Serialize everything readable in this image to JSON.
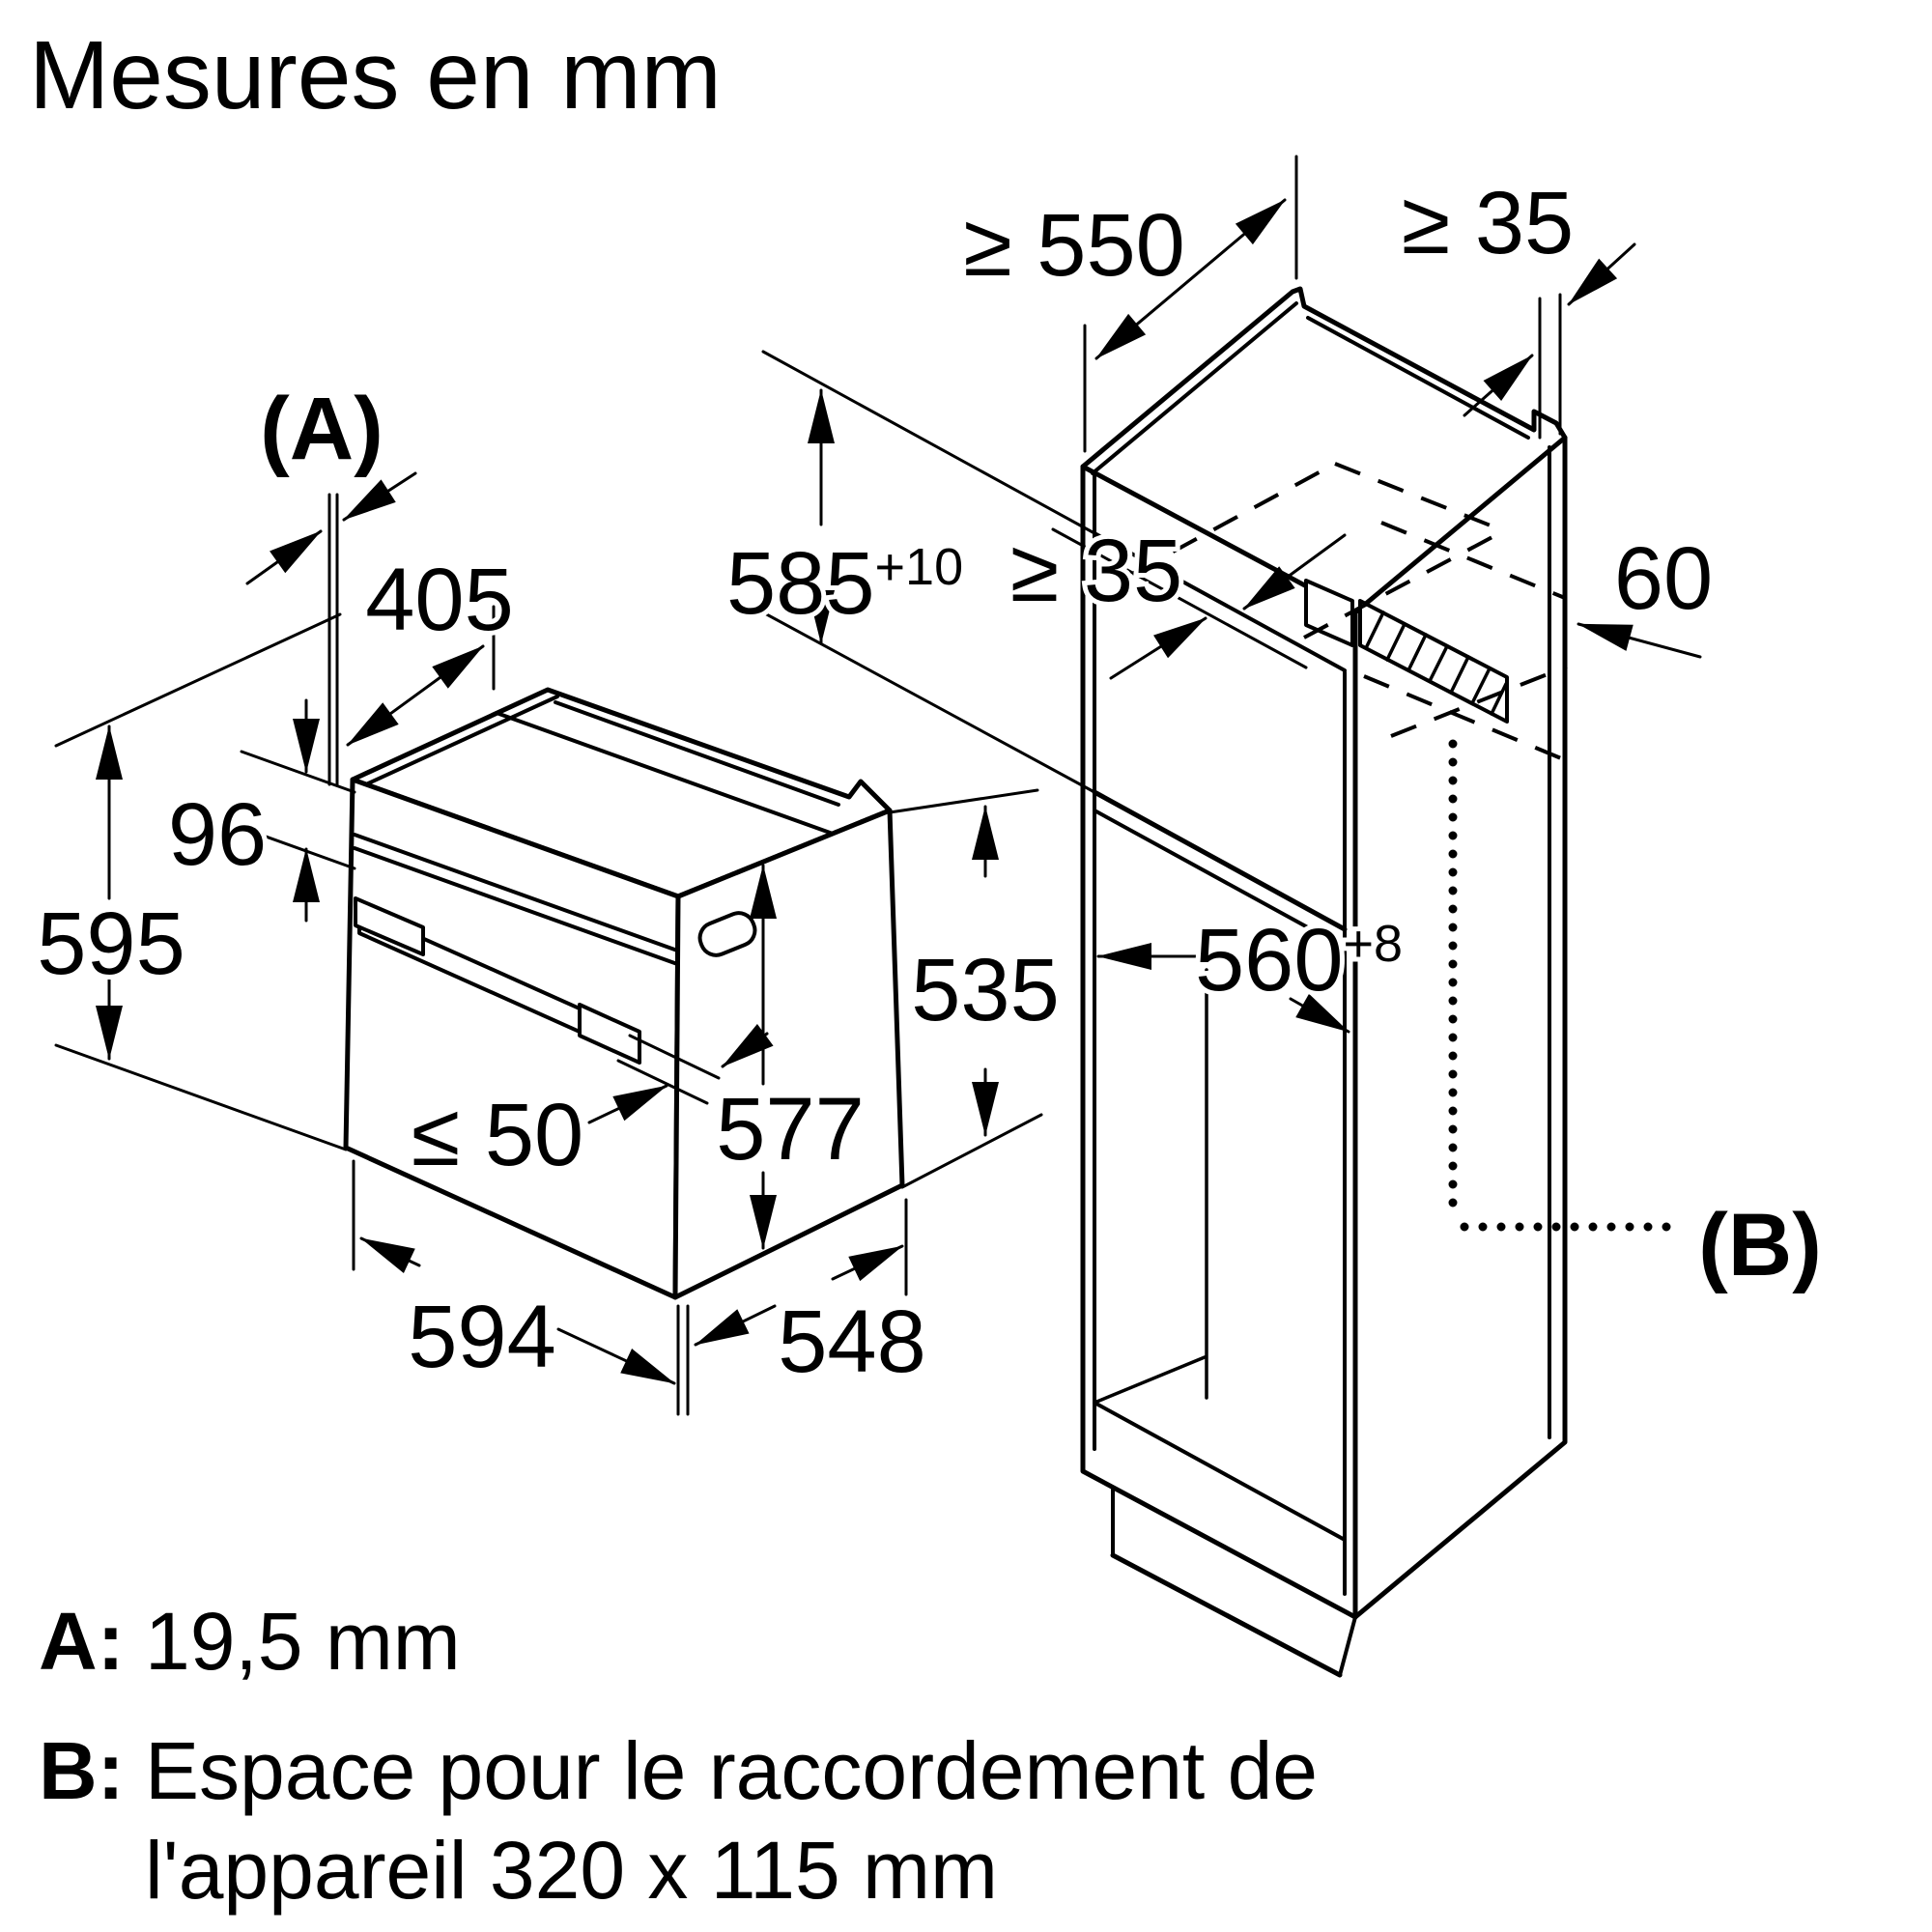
{
  "title": "Mesures en mm",
  "diagram": {
    "oven": {
      "ref_a": "(A)",
      "dim_top_depth": "405",
      "dim_panel_height": "96",
      "dim_front_height": "595",
      "dim_door_clearance": "≤ 50",
      "dim_body_height": "577",
      "dim_rear_height": "535",
      "dim_width": "594",
      "dim_depth": "548"
    },
    "cabinet": {
      "dim_top_depth": "≥ 550",
      "dim_rear_gap_top": "≥ 35",
      "dim_niche_height": "585",
      "dim_niche_height_tol": "+10",
      "dim_vent_gap": "≥ 35",
      "dim_rear_vent": "60",
      "dim_niche_width": "560",
      "dim_niche_width_tol": "+8",
      "ref_b": "(B)"
    }
  },
  "legend": {
    "a_key": "A:",
    "a_value": "19,5 mm",
    "b_key": "B:",
    "b_value_line1": "Espace pour le raccordement de",
    "b_value_line2": "l'appareil 320 x 115 mm"
  },
  "colors": {
    "line": "#000000",
    "background": "#ffffff"
  }
}
